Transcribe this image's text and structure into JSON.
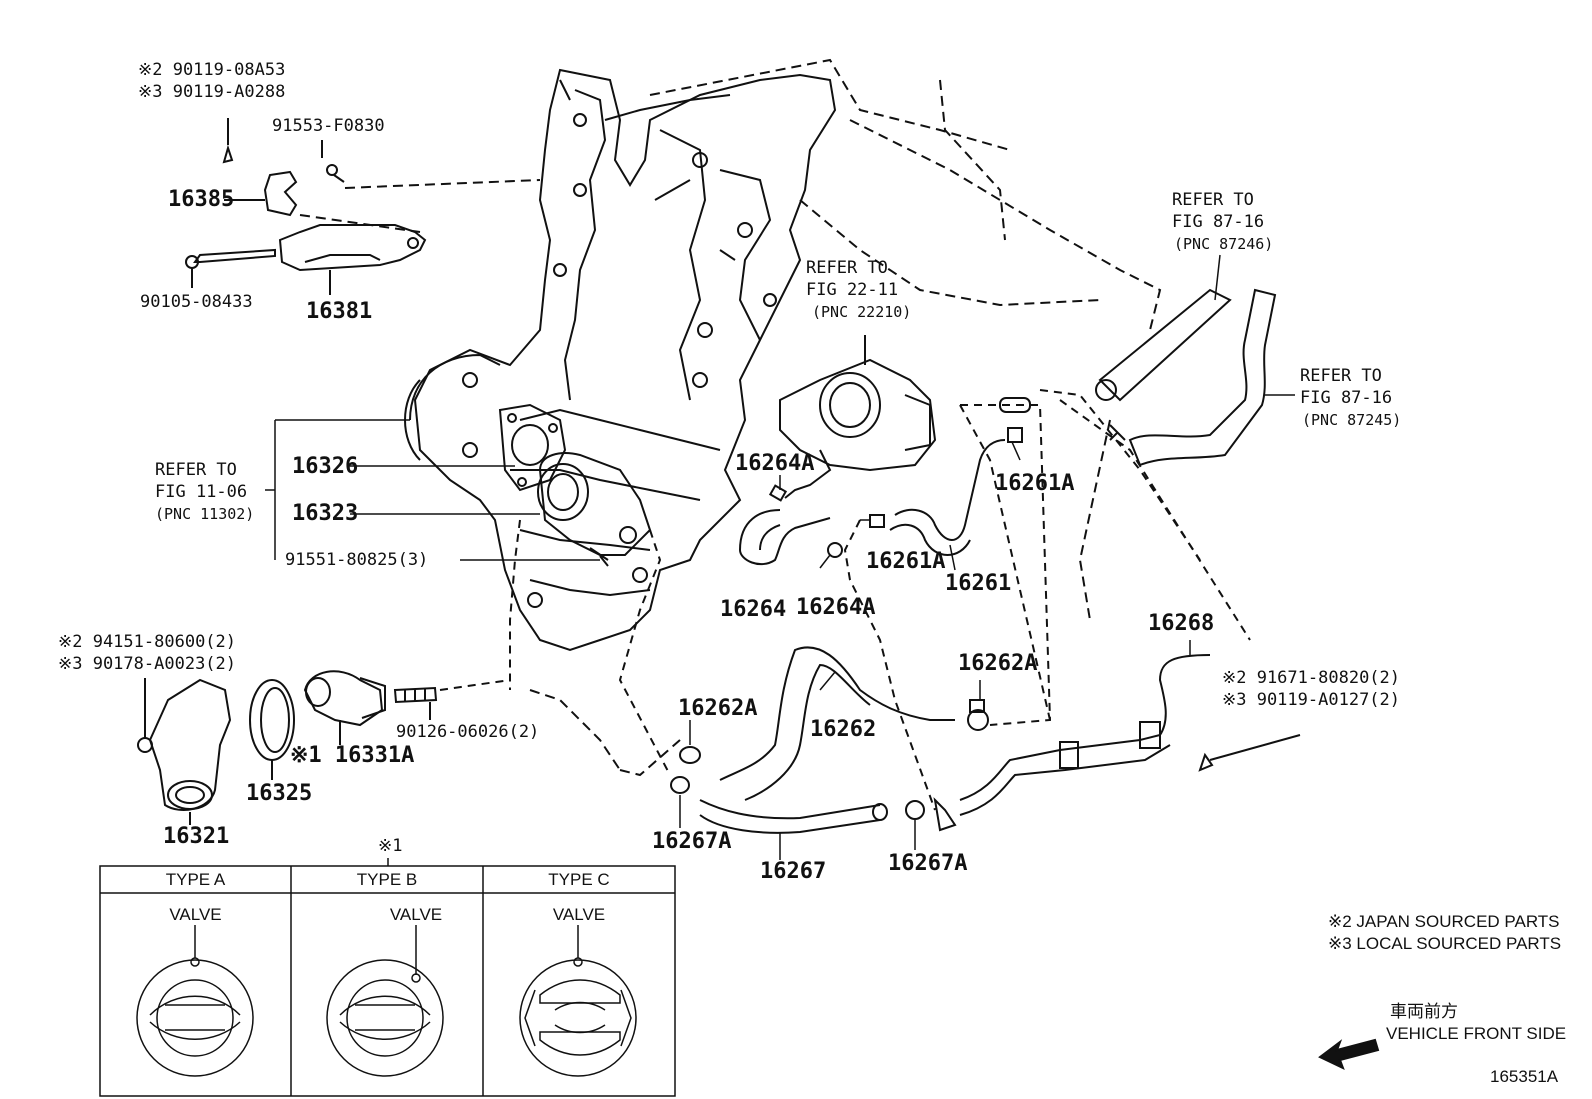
{
  "parts": {
    "p1": "※2 90119-08A53",
    "p2": "※3 90119-A0288",
    "p3": "91553-F0830",
    "p4": "16385",
    "p5": "90105-08433",
    "p6": "16381",
    "p7": "16326",
    "p8": "16323",
    "p9": "91551-80825(3)",
    "p10": "※2 94151-80600(2)",
    "p11": "※3 90178-A0023(2)",
    "p12": "90126-06026(2)",
    "p13": "※1 16331A",
    "p14": "16325",
    "p15": "16321",
    "p16": "16264A",
    "p17": "16264",
    "p18": "16264A",
    "p19": "16261A",
    "p20": "16261A",
    "p21": "16261",
    "p22": "16262A",
    "p23": "16262",
    "p24": "16262A",
    "p25": "16268",
    "p26": "※2 91671-80820(2)",
    "p27": "※3 90119-A0127(2)",
    "p28": "16267A",
    "p29": "16267",
    "p30": "16267A"
  },
  "refs": {
    "r1a": "REFER TO",
    "r1b": "FIG 11-06",
    "r1c": "(PNC 11302)",
    "r2a": "REFER TO",
    "r2b": "FIG 22-11",
    "r2c": "(PNC 22210)",
    "r3a": "REFER TO",
    "r3b": "FIG 87-16",
    "r3c": "(PNC 87246)",
    "r4a": "REFER TO",
    "r4b": "FIG 87-16",
    "r4c": "(PNC 87245)"
  },
  "legend": {
    "marker": "※1",
    "types": [
      {
        "header": "TYPE A",
        "valve": "VALVE"
      },
      {
        "header": "TYPE B",
        "valve": "VALVE"
      },
      {
        "header": "TYPE C",
        "valve": "VALVE"
      }
    ]
  },
  "notes": {
    "japan": "※2 JAPAN SOURCED PARTS",
    "local": "※3 LOCAL SOURCED PARTS",
    "front_jp": "車両前方",
    "front_en": "VEHICLE FRONT SIDE",
    "diagram_id": "165351A"
  }
}
